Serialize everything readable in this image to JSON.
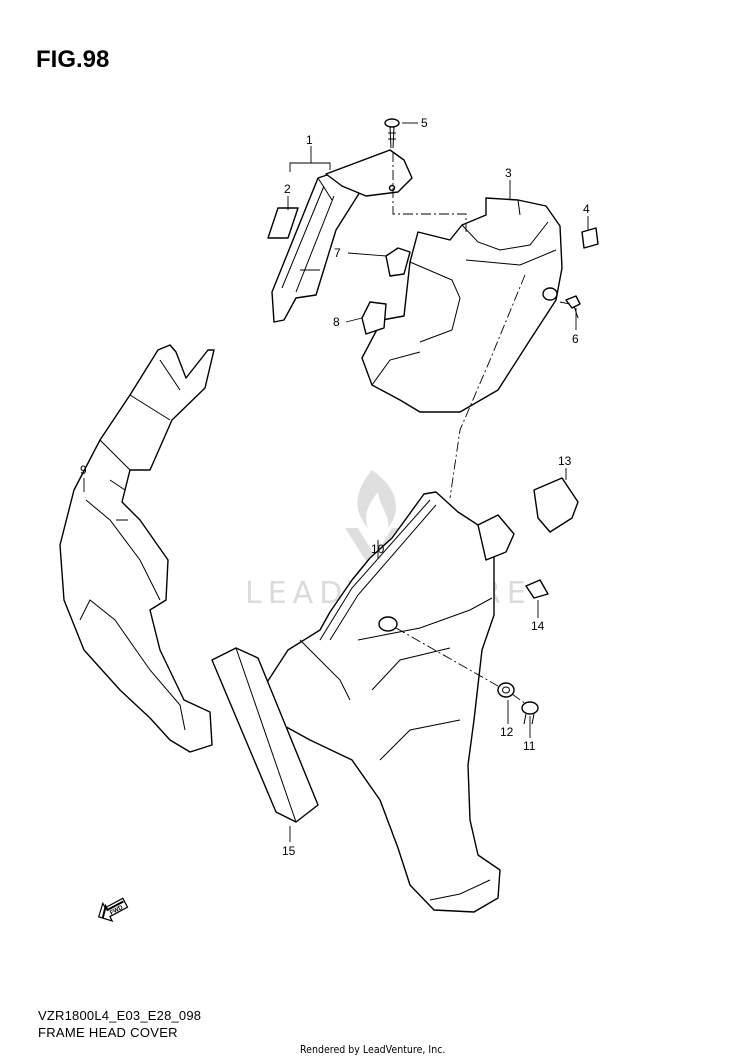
{
  "figure": {
    "title": "FIG.98"
  },
  "watermark": {
    "text": "LEADVENTURE"
  },
  "callouts": [
    {
      "id": 1,
      "label": "1"
    },
    {
      "id": 2,
      "label": "2"
    },
    {
      "id": 3,
      "label": "3"
    },
    {
      "id": 4,
      "label": "4"
    },
    {
      "id": 5,
      "label": "5"
    },
    {
      "id": 6,
      "label": "6"
    },
    {
      "id": 7,
      "label": "7"
    },
    {
      "id": 8,
      "label": "8"
    },
    {
      "id": 9,
      "label": "9"
    },
    {
      "id": 10,
      "label": "10"
    },
    {
      "id": 11,
      "label": "11"
    },
    {
      "id": 12,
      "label": "12"
    },
    {
      "id": 13,
      "label": "13"
    },
    {
      "id": 14,
      "label": "14"
    },
    {
      "id": 15,
      "label": "15"
    }
  ],
  "direction_badge": {
    "text": "FWD"
  },
  "footer": {
    "code": "VZR1800L4_E03_E28_098",
    "name": "FRAME HEAD COVER",
    "credit": "Rendered by LeadVenture, Inc."
  }
}
